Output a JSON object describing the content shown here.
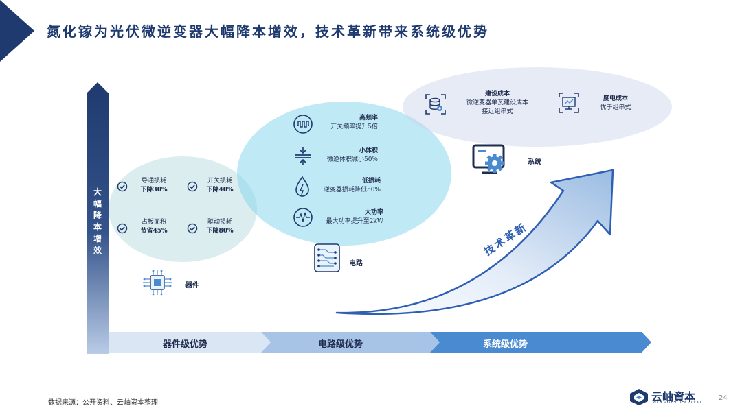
{
  "title": "氮化镓为光伏微逆变器大幅降本增效，技术革新带来系统级优势",
  "vertical_axis_label": "大幅降本增效",
  "stages": [
    "器件级优势",
    "电路级优势",
    "系统级优势"
  ],
  "device": {
    "label": "器件",
    "benefits": [
      {
        "title": "导通损耗",
        "value": "下降30%"
      },
      {
        "title": "开关损耗",
        "value": "下降40%"
      },
      {
        "title": "占板面积",
        "value": "节省45%"
      },
      {
        "title": "驱动损耗",
        "value": "下降80%"
      }
    ]
  },
  "circuit": {
    "label": "电路",
    "features": [
      {
        "title": "高频率",
        "desc": "开关频率提升5倍"
      },
      {
        "title": "小体积",
        "desc": "微逆体积减小50%"
      },
      {
        "title": "低损耗",
        "desc": "逆变器损耗降低50%"
      },
      {
        "title": "大功率",
        "desc": "最大功率提升至2kW"
      }
    ]
  },
  "system": {
    "label": "系统",
    "features": [
      {
        "title": "建设成本",
        "desc_line1": "微逆变器单瓦建设成本",
        "desc_line2": "接近组串式"
      },
      {
        "title": "度电成本",
        "desc_line1": "优于组串式"
      }
    ]
  },
  "arrow_label": "技术革新",
  "footnote": "数据来源：公开资料、云岫资本整理",
  "logo": {
    "name": "云岫資本",
    "sub": "WINSOUL CAPITAL"
  },
  "page_number": "24",
  "colors": {
    "navy": "#1f3a6e",
    "accent_blue": "#2f5fb2",
    "cyan_blob": "#82d4ee",
    "arrow_start": "#dbe6f4",
    "arrow_end": "#4a8ad0"
  }
}
